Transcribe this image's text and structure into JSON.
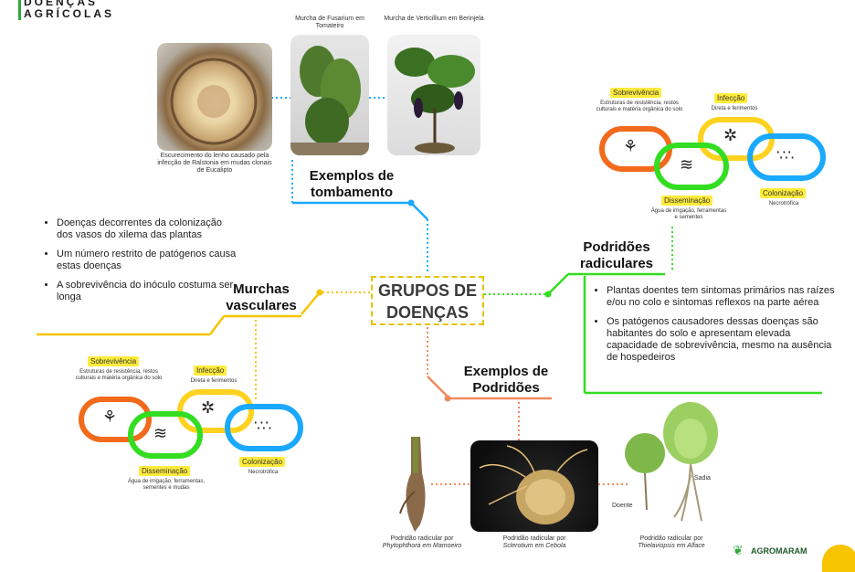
{
  "header": {
    "line1": "DOENÇAS",
    "line2": "AGRÍCOLAS"
  },
  "center": {
    "line1": "GRUPOS DE",
    "line2": "DOENÇAS"
  },
  "tombamento": {
    "title_line1": "Exemplos de",
    "title_line2": "tombamento",
    "photo1": {
      "caption": "Escurecimento do lenho causado pela infecção de Ralstonia em mudas clonais de Eucalipto"
    },
    "photo2": {
      "caption": "Murcha de Fusarium em Tomateiro"
    },
    "photo3": {
      "caption": "Murcha de Verticillium em Berinjela"
    }
  },
  "murchas": {
    "title_line1": "Murchas",
    "title_line2": "vasculares",
    "bullets": [
      "Doenças decorrentes da colonização dos vasos do xilema das plantas",
      "Um número restrito de patógenos causa estas doenças",
      "A sobrevivência do inóculo costuma ser longa"
    ]
  },
  "podridoes_radiculares": {
    "title_line1": "Podridões",
    "title_line2": "radiculares",
    "bullets": [
      "Plantas doentes tem sintomas primários nas raízes e/ou no colo e sintomas reflexos na parte aérea",
      "Os patógenos causadores dessas doenças são habitantes do solo e apresentam elevada capacidade de sobrevivência, mesmo na ausência de hospedeiros"
    ]
  },
  "exemplos_podridoes": {
    "title_line1": "Exemplos de",
    "title_line2": "Podridões",
    "photo1": {
      "caption_line1": "Podridão radicular por",
      "caption_line2": "Phytophthora em Mamoeiro"
    },
    "photo2": {
      "caption_line1": "Podridão radicular por",
      "caption_line2": "Sclerotium em Cebola"
    },
    "photo3": {
      "caption_line1": "Podridão radicular por",
      "caption_line2": "Thielaviopsis em Alface",
      "label_doente": "Doente",
      "label_sadia": "Sadia"
    }
  },
  "cycle": {
    "sobrevivencia": "Sobrevivência",
    "sobrevivencia_desc": "Estruturas de resistência, restos culturais e matéria orgânica do solo",
    "infeccao": "Infecção",
    "infeccao_desc": "Direta e ferimentos",
    "disseminacao": "Disseminação",
    "disseminacao_desc_top": "Água de irrigação, ferramentas e sementes",
    "disseminacao_desc_bottom": "Água de irrigação, ferramentas, sementes e mudas",
    "colonizacao": "Colonização",
    "colonizacao_desc": "Necrotrófica"
  },
  "logo": {
    "text": "AGROMARAM"
  },
  "colors": {
    "yellow": "#f6c400",
    "green": "#33dd22",
    "blue": "#1aa9ff",
    "orange": "#f26a1b",
    "salmon": "#f08a5d",
    "cycle_yellow": "#ffd21f"
  }
}
